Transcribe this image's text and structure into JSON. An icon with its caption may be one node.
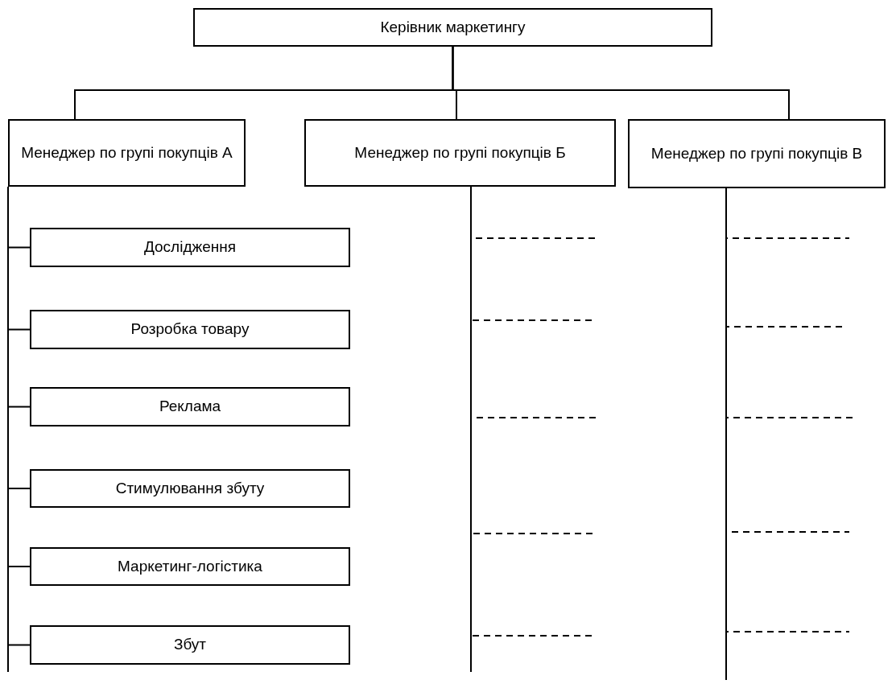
{
  "diagram": {
    "nodes": [
      {
        "text": [
          "Керівник маркетингу"
        ]
      },
      {
        "text": [
          "Менеджер по групі покупців А"
        ]
      },
      {
        "text": [
          "Менеджер по групі покупців Б"
        ]
      },
      {
        "text": [
          "Менеджер по групі покупців В"
        ]
      },
      {
        "text": [
          "Дослідження"
        ]
      },
      {
        "text": [
          "Розробка товару"
        ]
      },
      {
        "text": [
          "Реклама"
        ]
      },
      {
        "text": [
          "Стимулювання збуту"
        ]
      },
      {
        "text": [
          "Маркетинг-логістика"
        ]
      },
      {
        "text": [
          "Збут"
        ]
      }
    ],
    "edges": [
      {
        "from": 0,
        "to": 1,
        "arrow": "none"
      },
      {
        "from": 0,
        "to": 2,
        "arrow": "none"
      },
      {
        "from": 0,
        "to": 3,
        "arrow": "none"
      },
      {
        "from": 1,
        "to": 4,
        "arrow": "none"
      },
      {
        "from": 1,
        "to": 5,
        "arrow": "none"
      },
      {
        "from": 1,
        "to": 6,
        "arrow": "none"
      },
      {
        "from": 1,
        "to": 7,
        "arrow": "none"
      },
      {
        "from": 1,
        "to": 8,
        "arrow": "none"
      },
      {
        "from": 1,
        "to": 9,
        "arrow": "none"
      },
      {
        "from": 2,
        "to": null,
        "arrow": "none",
        "style": "dashed"
      },
      {
        "from": 2,
        "to": null,
        "arrow": "none",
        "style": "dashed"
      },
      {
        "from": 2,
        "to": null,
        "arrow": "none",
        "style": "dashed"
      },
      {
        "from": 2,
        "to": null,
        "arrow": "none",
        "style": "dashed"
      },
      {
        "from": 2,
        "to": null,
        "arrow": "none",
        "style": "dashed"
      },
      {
        "from": 3,
        "to": null,
        "arrow": "none",
        "style": "dashed"
      },
      {
        "from": 3,
        "to": null,
        "arrow": "none",
        "style": "dashed"
      },
      {
        "from": 3,
        "to": null,
        "arrow": "none",
        "style": "dashed"
      },
      {
        "from": 3,
        "to": null,
        "arrow": "none",
        "style": "dashed"
      },
      {
        "from": 3,
        "to": null,
        "arrow": "none",
        "style": "dashed"
      }
    ]
  }
}
